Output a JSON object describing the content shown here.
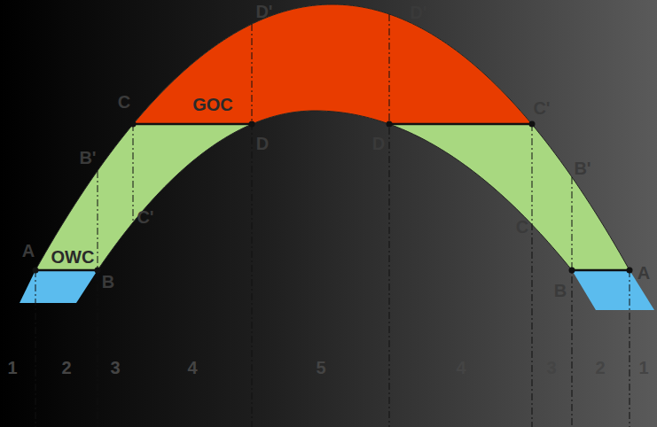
{
  "diagram": {
    "labels": [
      "D'",
      "D'",
      "C",
      "GOC",
      "C'",
      "D",
      "D",
      "B'",
      "B'",
      "C'",
      "C",
      "A",
      "OWC",
      "B",
      "B",
      "A",
      "1",
      "2",
      "3",
      "4",
      "5",
      "4",
      "3",
      "2",
      "1"
    ]
  }
}
